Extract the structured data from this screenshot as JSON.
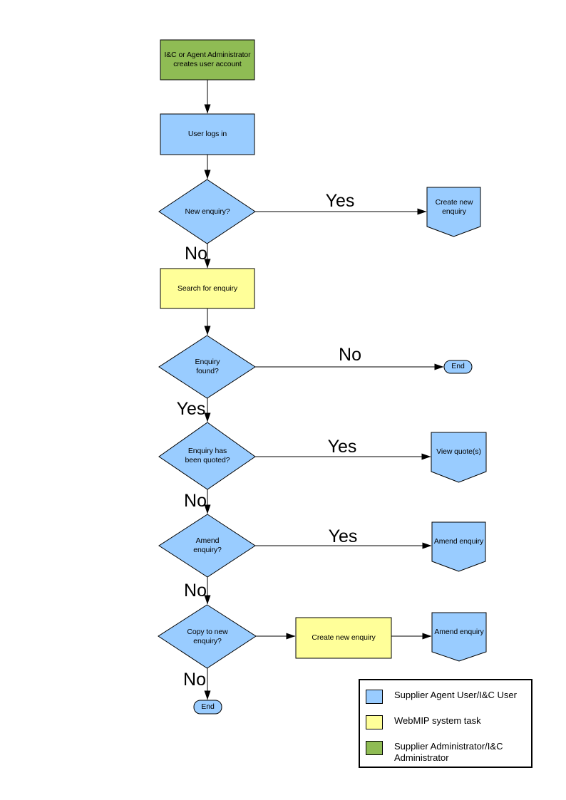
{
  "colors": {
    "user": "#99CCFF",
    "system": "#FFFF99",
    "admin": "#8FBC54",
    "stroke": "#000000",
    "background": "#FFFFFF"
  },
  "nodes": {
    "create_account": {
      "label": "I&C or Agent Administrator\ncreates user account",
      "type": "process"
    },
    "user_logs_in": {
      "label": "User logs in",
      "type": "process"
    },
    "new_enquiry": {
      "label": "New enquiry?",
      "type": "decision"
    },
    "create_new_enquiry": {
      "label": "Create new\nenquiry",
      "type": "offpage"
    },
    "search_for_enquiry": {
      "label": "Search for enquiry",
      "type": "process"
    },
    "enquiry_found": {
      "label": "Enquiry\nfound?",
      "type": "decision"
    },
    "end_1": {
      "label": "End",
      "type": "terminator"
    },
    "enquiry_quoted": {
      "label": "Enquiry has\nbeen quoted?",
      "type": "decision"
    },
    "view_quotes": {
      "label": "View quote(s)",
      "type": "offpage"
    },
    "amend_decision": {
      "label": "Amend\nenquiry?",
      "type": "decision"
    },
    "amend_enquiry_1": {
      "label": "Amend enquiry",
      "type": "offpage"
    },
    "copy_to_new_enquiry": {
      "label": "Copy to new\nenquiry?",
      "type": "decision"
    },
    "create_new_enquiry_2": {
      "label": "Create new enquiry",
      "type": "process"
    },
    "amend_enquiry_2": {
      "label": "Amend enquiry",
      "type": "offpage"
    },
    "end_2": {
      "label": "End",
      "type": "terminator"
    }
  },
  "edge_labels": {
    "new_enquiry_yes": "Yes",
    "new_enquiry_no": "No",
    "enquiry_found_no": "No",
    "enquiry_found_yes": "Yes",
    "quoted_yes": "Yes",
    "quoted_no": "No",
    "amend_yes": "Yes",
    "amend_no": "No",
    "copy_no": "No"
  },
  "legend": {
    "items": [
      {
        "label": "Supplier Agent User/I&C User",
        "color": "#99CCFF"
      },
      {
        "label": "WebMIP system task",
        "color": "#FFFF99"
      },
      {
        "label": "Supplier Administrator/I&C Administrator",
        "color": "#8FBC54"
      }
    ]
  }
}
